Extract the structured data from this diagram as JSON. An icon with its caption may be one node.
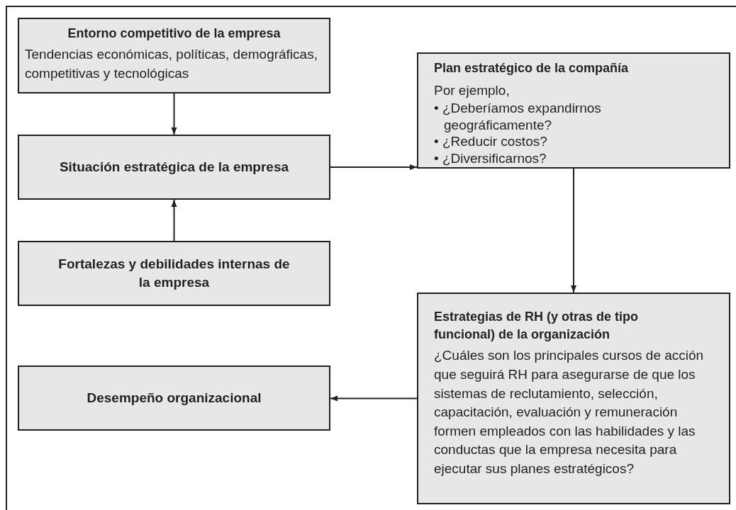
{
  "diagram": {
    "nodes": [
      {
        "text": [
          "Entorno competitivo de la empresa",
          "Tendencias económicas, políticas, demográficas, competitivas y tecnológicas"
        ]
      },
      {
        "text": [
          "Situación estratégica de la empresa"
        ]
      },
      {
        "text": [
          "Fortalezas y debilidades internas de la empresa"
        ]
      },
      {
        "text": [
          "Plan estratégico de la compañía",
          "Por ejemplo,",
          "• ¿Deberíamos expandirnos geográficamente?",
          "• ¿Reducir costos?",
          "• ¿Diversificarnos?"
        ]
      },
      {
        "text": [
          "Estrategias de RH (y otras de tipo funcional) de la organización",
          "¿Cuáles son los principales cursos de acción que seguirá RH para asegurarse de que los sistemas de reclutamiento, selección, capacitación, evaluación y remuneración formen empleados con las habilidades y las conductas que la empresa necesita para ejecutar sus planes estratégicos?"
        ]
      },
      {
        "text": [
          "Desempeño organizacional"
        ]
      }
    ],
    "edges": [
      {
        "from": 0,
        "to": 1,
        "arrow": "to"
      },
      {
        "from": 2,
        "to": 1,
        "arrow": "to"
      },
      {
        "from": 1,
        "to": 3,
        "arrow": "to"
      },
      {
        "from": 3,
        "to": 4,
        "arrow": "to"
      },
      {
        "from": 4,
        "to": 5,
        "arrow": "to"
      }
    ]
  }
}
